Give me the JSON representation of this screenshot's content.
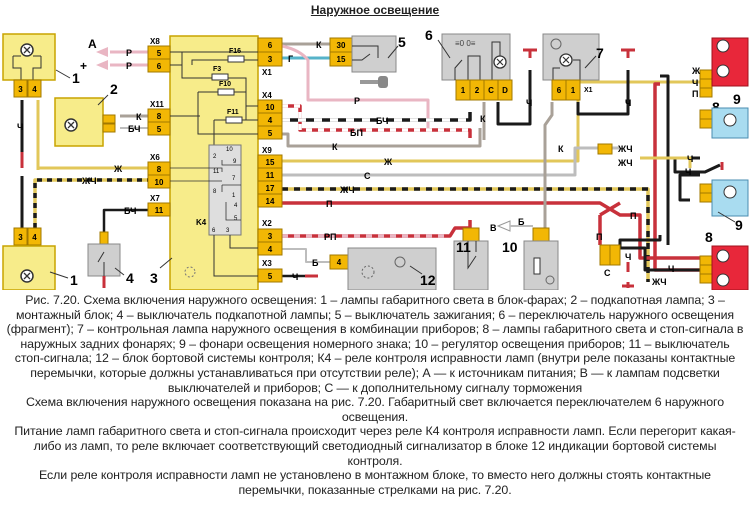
{
  "title": "Наружное освещение",
  "diagram": {
    "components": [
      {
        "id": "1",
        "label": "1"
      },
      {
        "id": "2",
        "label": "2"
      },
      {
        "id": "3",
        "label": "3"
      },
      {
        "id": "4",
        "label": "4"
      },
      {
        "id": "5",
        "label": "5"
      },
      {
        "id": "6",
        "label": "6"
      },
      {
        "id": "7",
        "label": "7"
      },
      {
        "id": "8",
        "label": "8"
      },
      {
        "id": "9",
        "label": "9"
      },
      {
        "id": "10",
        "label": "10"
      },
      {
        "id": "11",
        "label": "11"
      },
      {
        "id": "12",
        "label": "12"
      }
    ],
    "terminals": {
      "lamp1_top": [
        "3",
        "4"
      ],
      "lamp1_bottom": [
        "3",
        "4"
      ],
      "x8": {
        "label": "X8",
        "pins": [
          "5",
          "6"
        ]
      },
      "x11": {
        "label": "X11",
        "pins": [
          "8",
          "5"
        ]
      },
      "x6": {
        "label": "X6",
        "pins": [
          "8",
          "10"
        ]
      },
      "x7": {
        "label": "X7",
        "pins": [
          "11"
        ]
      },
      "x1": {
        "label": "X1",
        "pins": [
          "6",
          "3"
        ]
      },
      "x4": {
        "label": "X4",
        "pins": [
          "10",
          "4",
          "5"
        ]
      },
      "x9": {
        "label": "X9",
        "pins": [
          "15",
          "11",
          "17",
          "14"
        ]
      },
      "x2": {
        "label": "X2",
        "pins": [
          "3",
          "4"
        ]
      },
      "x3": {
        "label": "X3",
        "pins": [
          "5"
        ]
      },
      "ignition": [
        "30",
        "15"
      ],
      "switch6": [
        "1",
        "2",
        "C",
        "D"
      ],
      "lamp7": {
        "label": "X1",
        "pins": [
          "6",
          "1"
        ]
      },
      "block12": [
        "4"
      ]
    },
    "fuses": [
      "F16",
      "F3",
      "F10",
      "F11"
    ],
    "relay": {
      "label": "K4",
      "pins": [
        "2",
        "10",
        "9",
        "11",
        "7",
        "8",
        "1",
        "4",
        "5",
        "6",
        "3"
      ]
    },
    "wire_labels": {
      "A": "A",
      "plus": "+",
      "r1": "Р",
      "r2": "Р",
      "k_x11": "К",
      "bch_x11": "БЧ",
      "zh": "Ж",
      "zhch": "ЖЧ",
      "bch_x7": "БЧ",
      "k_ign": "К",
      "g_ign": "Г",
      "r_long": "Р",
      "bch_long": "БЧ",
      "bp_long": "БП",
      "k_long": "К",
      "zh_long": "Ж",
      "s_long": "С",
      "zhch_long": "ЖЧ",
      "p_long": "П",
      "rp_long": "РП",
      "b_x2": "Б",
      "ch_x3": "Ч",
      "ch_lamp1": "Ч",
      "k_6": "К",
      "k_7": "К",
      "ch_6": "Ч",
      "ch_7": "Ч",
      "zh_8": "Ж",
      "ch_8": "Ч",
      "p_8": "П",
      "zhch_a": "ЖЧ",
      "zhch_b": "ЖЧ",
      "ch_9a": "Ч",
      "ch_9b": "Ч",
      "p_c1": "П",
      "p_c2": "П",
      "b_10": "Б",
      "v_10": "В",
      "c_label": "С",
      "ch_c": "Ч",
      "ch_8b": "Ч",
      "zhch_8b": "ЖЧ"
    }
  },
  "caption": {
    "figure": "Рис. 7.20. Схема включения наружного освещения: 1 – лампы габаритного света в блок-фарах; 2 – подкапотная лампа; 3 – монтажный блок; 4 – выключатель подкапотной лампы; 5 – выключатель зажигания; 6 – переключатель наружного освещения (фрагмент); 7 – контрольная лампа наружного освещения в комбинации приборов; 8 – лампы габаритного света и стоп-сигнала в наружных задних фонарях; 9 – фонари освещения номерного знака; 10 – регулятор освещения приборов; 11 – выключатель стоп-сигнала; 12 – блок бортовой системы контроля; К4 – реле контроля исправности ламп (внутри реле показаны контактные перемычки, которые должны устанавливаться при отсутствии реле); А — к источникам питания; В — к лампам подсветки выключателей и приборов; С — к дополнительному сигналу торможения",
    "paragraphs": [
      "Схема включения наружного освещения показана на рис. 7.20. Габаритный свет включается переключателем 6 наружного освещения.",
      "Питание ламп габаритного света и стоп-сигнала происходит через реле К4 контроля исправности ламп. Если перегорит какая-либо из ламп, то реле включает соответствующий светодиодный сигнализатор в блоке 12 индикации бортовой системы контроля.",
      "Если реле контроля исправности ламп не установлено в монтажном блоке, то вместо него должны стоять контактные перемычки, показанные стрелками на рис. 7.20."
    ]
  },
  "colors": {
    "yellow_body": "#f7ec8a",
    "connector": "#f2b705",
    "gray_body": "#cfcfcf",
    "red_lamp": "#e8273a",
    "blue_lamp": "#a9dcf0",
    "wire_black": "#1a1a1a",
    "wire_red": "#c8313b",
    "wire_pink": "#e9b6c3",
    "wire_yellow": "#e2c75a",
    "wire_gray": "#a9a198",
    "wire_lightgray": "#bdbdbd",
    "wire_cyan": "#56b3c9"
  }
}
